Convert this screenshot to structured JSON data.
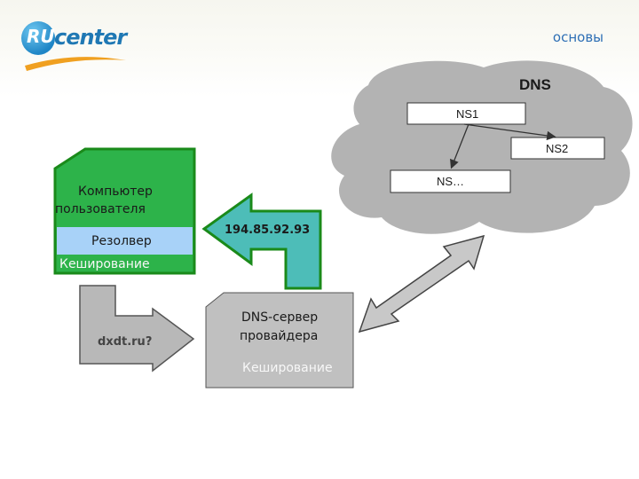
{
  "header": {
    "logo_ru": "RU",
    "logo_center": "center",
    "section_title": "основы"
  },
  "diagram": {
    "cloud_title": "DNS",
    "ns1": "NS1",
    "ns2": "NS2",
    "ns_more": "NS…",
    "computer_line1": "Компьютер",
    "computer_line2": "пользователя",
    "resolver": "Резолвер",
    "computer_cache": "Кеширование",
    "ip_answer": "194.85.92.93",
    "query": "dxdt.ru?",
    "server_line1": "DNS-сервер",
    "server_line2": "провайдера",
    "server_cache": "Кеширование"
  },
  "colors": {
    "cloud_fill": "#b3b3b3",
    "computer_fill": "#2db34a",
    "computer_border": "#1a8a1a",
    "resolver_fill": "#a8d2f8",
    "answer_arrow_fill": "#4dbdb8",
    "answer_arrow_border": "#1a8a1a",
    "query_arrow_fill": "#b8b8b8",
    "server_fill": "#c0c0c0",
    "title_blue": "#2e6fb5"
  },
  "icons": [
    "ru-center-logo-icon"
  ]
}
